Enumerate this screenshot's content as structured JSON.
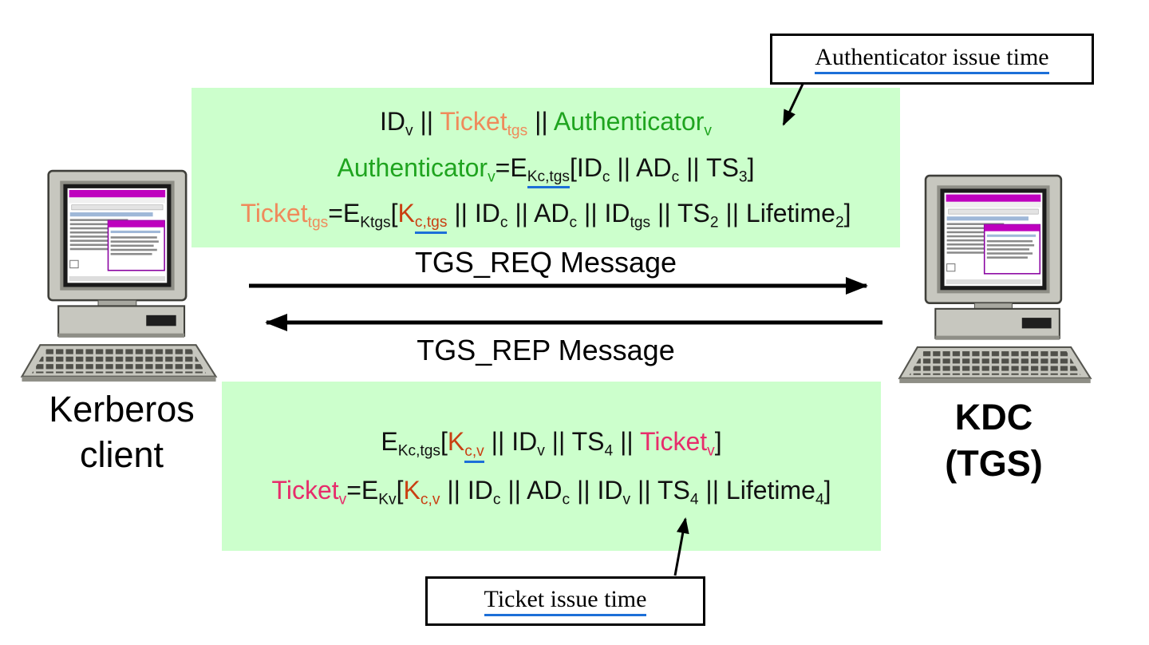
{
  "colors": {
    "orange": "#ef8a5b",
    "green": "#1fa41f",
    "red": "#c93f12",
    "magenta": "#e72c6b",
    "underline": "#1c6fd8",
    "box_green": "#ccffcc"
  },
  "callouts": {
    "authenticator": "Authenticator issue time",
    "ticket": "Ticket issue time"
  },
  "messages": {
    "req_label": "TGS_REQ Message",
    "rep_label": "TGS_REP Message"
  },
  "nodes": {
    "client": {
      "line1": "Kerberos",
      "line2": "client"
    },
    "kdc": {
      "line1": "KDC",
      "line2": "(TGS)"
    }
  },
  "top_box": {
    "lines": [
      [
        {
          "t": "ID",
          "sub": "v"
        },
        {
          "t": " || "
        },
        {
          "t": "Ticket",
          "sub": "tgs",
          "color": "orange"
        },
        {
          "t": " || "
        },
        {
          "t": "Authenticator",
          "sub": "v",
          "color": "green"
        }
      ],
      [
        {
          "t": "Authenticator",
          "sub": "v",
          "color": "green"
        },
        {
          "t": "=E",
          "sub": "Kc,tgs",
          "u": true
        },
        {
          "t": "[ID",
          "sub": "c"
        },
        {
          "t": " || AD",
          "sub": "c"
        },
        {
          "t": " || TS",
          "sub": "3"
        },
        {
          "t": "]"
        }
      ],
      [
        {
          "t": "Ticket",
          "sub": "tgs",
          "color": "orange"
        },
        {
          "t": "=E",
          "sub": "Ktgs"
        },
        {
          "t": "["
        },
        {
          "t": "K",
          "sub": "c,tgs",
          "color": "red",
          "u": true
        },
        {
          "t": " || ID",
          "sub": "c"
        },
        {
          "t": " || AD",
          "sub": "c"
        },
        {
          "t": " || ID",
          "sub": "tgs"
        },
        {
          "t": " || TS",
          "sub": "2"
        },
        {
          "t": " || Lifetime",
          "sub": "2"
        },
        {
          "t": "]"
        }
      ]
    ]
  },
  "bottom_box": {
    "lines": [
      [
        {
          "t": "E",
          "sub": "Kc,tgs"
        },
        {
          "t": "["
        },
        {
          "t": "K",
          "sub": "c,v",
          "color": "red",
          "u": true
        },
        {
          "t": " || ID",
          "sub": "v"
        },
        {
          "t": " || TS",
          "sub": "4"
        },
        {
          "t": " || "
        },
        {
          "t": "Ticket",
          "sub": "v",
          "color": "magenta"
        },
        {
          "t": "]"
        }
      ],
      [
        {
          "t": "Ticket",
          "sub": "v",
          "color": "magenta"
        },
        {
          "t": "=E",
          "sub": "Kv"
        },
        {
          "t": "["
        },
        {
          "t": "K",
          "sub": "c,v",
          "color": "red"
        },
        {
          "t": " || ID",
          "sub": "c"
        },
        {
          "t": " || AD",
          "sub": "c"
        },
        {
          "t": " || ID",
          "sub": "v"
        },
        {
          "t": " || TS",
          "sub": "4"
        },
        {
          "t": " || Lifetime",
          "sub": "4"
        },
        {
          "t": "]"
        }
      ]
    ]
  }
}
